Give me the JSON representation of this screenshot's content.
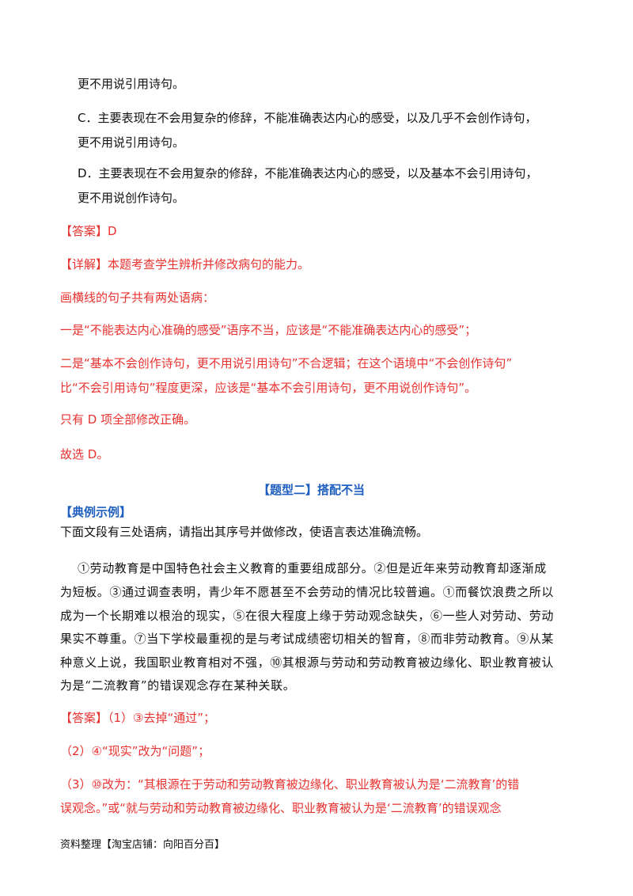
{
  "options_tail": "更不用说引用诗句。",
  "option_c": {
    "line1": "C．主要表现在不会用复杂的修辞，不能准确表达内心的感受，以及几乎不会创作诗句，",
    "line2": "更不用说引用诗句。"
  },
  "option_d": {
    "line1": "D．主要表现在不会用复杂的修辞，不能准确表达内心的感受，以及基本不会引用诗句，",
    "line2": "更不用说创作诗句。"
  },
  "answer1": "【答案】D",
  "explain": {
    "line1": "【详解】本题考查学生辨析并修改病句的能力。",
    "line2": "画横线的句子共有两处语病：",
    "line3": "一是“不能表达内心准确的感受”语序不当，应该是“不能准确表达内心的感受”；",
    "line4": "二是“基本不会创作诗句，更不用说引用诗句”不合逻辑；在这个语境中“不会创作诗句”",
    "line5": "比“不会引用诗句”程度更深，应该是“基本不会引用诗句，更不用说创作诗句”。",
    "line6": "只有 D 项全部修改正确。",
    "line7": "故选 D。"
  },
  "section_title": "【题型二】搭配不当",
  "example_label": "【典例示例】",
  "question": "下面文段有三处语病，请指出其序号并做修改，使语言表达准确流畅。",
  "passage": [
    "①劳动教育是中国特色社会主义教育的重要组成部分。②但是近年来劳动教育却逐渐成",
    "为短板。③通过调查表明，青少年不愿甚至不会劳动的情况比较普遍。①而餐饮浪费之所以",
    "成为一个长期难以根治的现实，⑤在很大程度上缘于劳动观念缺失，⑥一些人对劳动、劳动",
    "果实不尊重。⑦当下学校最重视的是与考试成绩密切相关的智育，⑧而非劳动教育。⑨从某",
    "种意义上说，我国职业教育相对不强，⑩其根源与劳动和劳动教育被边缘化、职业教育被认",
    "为是“二流教育”的错误观念存在某种关联。"
  ],
  "answer2": {
    "line1": "【答案】（1）③去掉“通过”；",
    "line2": "（2）④“现实”改为“问题”；",
    "line3": "（3）⑩改为：“其根源在于劳动和劳动教育被边缘化、职业教育被认为是‘二流教育’的错",
    "line4": "误观念。”或“就与劳动和劳动教育被边缘化、职业教育被认为是‘二流教育’的错误观念"
  },
  "footer": "资料整理【淘宝店铺：向阳百分百】"
}
